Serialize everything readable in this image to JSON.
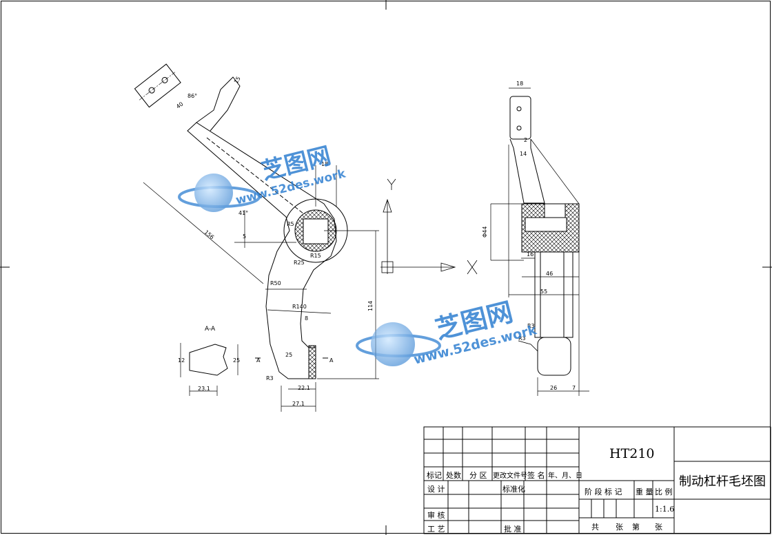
{
  "title_block": {
    "material": "HT210",
    "part_name": "制动杠杆毛坯图",
    "scale": "1:1.6",
    "rows": {
      "biaoji": "标记",
      "chushu": "处数",
      "fenqu": "分 区",
      "gengai": "更改文件号",
      "qianming": "签 名",
      "nianyueri": "年、月、日",
      "sheji": "设 计",
      "biaozhunhua": "标准化",
      "shenhe": "审 核",
      "gongyi": "工 艺",
      "pizhun": "批 准",
      "jieduan": "阶 段 标 记",
      "zhongliang": "重 量",
      "bili": "比 例",
      "gong": "共",
      "zhang1": "张",
      "di": "第",
      "zhang2": "张"
    }
  },
  "section_label": "A-A",
  "dimensions": {
    "d18_top": "18",
    "d18_right": "18",
    "d2": "2",
    "d14": "14",
    "d44": "Φ44",
    "d16": "16",
    "d46": "46",
    "d55": "55",
    "d26": "26",
    "d7": "7",
    "d114": "114",
    "d8": "8",
    "d25_left": "25",
    "d22": "22.1",
    "d27": "27.1",
    "d23": "23.1",
    "d12": "12",
    "d25_sec": "25",
    "r140": "R140",
    "r50": "R50",
    "r5": "R5",
    "r15": "R15",
    "r25": "R25",
    "r3": "R3",
    "r3b": "R3",
    "d41": "41°",
    "d5": "5",
    "d156": "156",
    "d40": "40",
    "d86": "86°",
    "d15": "15",
    "aA_left": "A",
    "aA_right": "A"
  },
  "watermark": {
    "brand": "芝图网",
    "url": "www.52des.work"
  }
}
